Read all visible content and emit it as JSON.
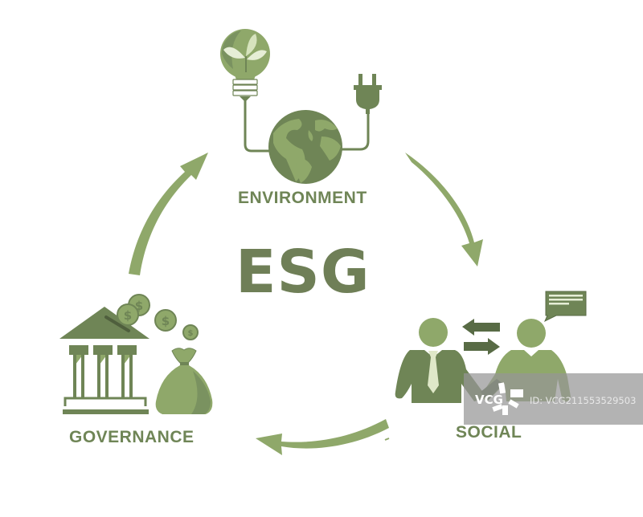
{
  "diagram": {
    "title": "ESG",
    "type": "cycle",
    "nodes": [
      {
        "id": "environment",
        "label": "ENVIRONMENT",
        "icons": [
          "lightbulb-with-leaves",
          "globe",
          "power-plug"
        ]
      },
      {
        "id": "social",
        "label": "SOCIAL",
        "icons": [
          "businessman-with-tie",
          "person",
          "exchange-arrows",
          "speech-bubble"
        ]
      },
      {
        "id": "governance",
        "label": "GOVERNANCE",
        "icons": [
          "bank-building",
          "dollar-coins",
          "money-bag"
        ]
      }
    ],
    "arrows": [
      {
        "from": "environment",
        "to": "social",
        "direction": "clockwise"
      },
      {
        "from": "social",
        "to": "governance",
        "direction": "clockwise"
      },
      {
        "from": "governance",
        "to": "environment",
        "direction": "clockwise"
      }
    ]
  },
  "colors": {
    "primary_green": "#6f8556",
    "light_green": "#8fa86a",
    "dark_green": "#586b45",
    "pale_green": "#dfe8c8",
    "title_green": "#6f7f57"
  },
  "watermark": {
    "logo": "VCG",
    "id_text": "ID: VCG211553529503"
  },
  "coin_symbol": "$"
}
